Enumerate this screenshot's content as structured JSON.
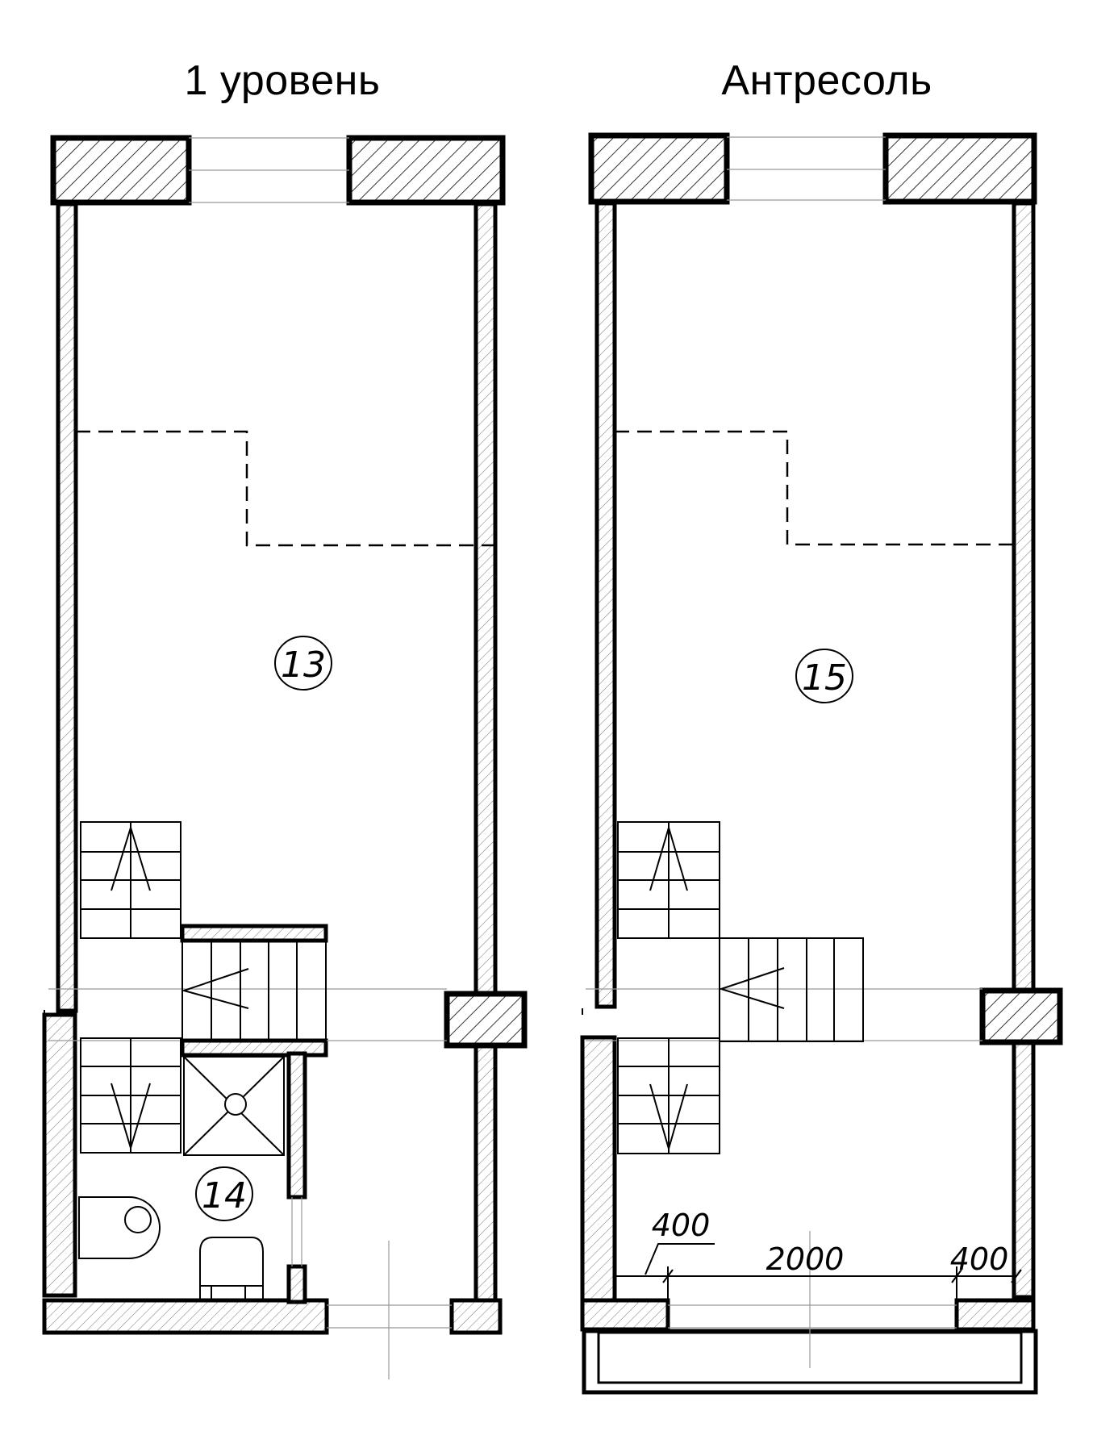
{
  "titles": {
    "left": "1 уровень",
    "right": "Антресоль"
  },
  "rooms": {
    "left_main": "13",
    "left_bath": "14",
    "right_main": "15"
  },
  "dimensions": {
    "left_offset": "400",
    "middle": "2000",
    "right_offset": "400"
  }
}
